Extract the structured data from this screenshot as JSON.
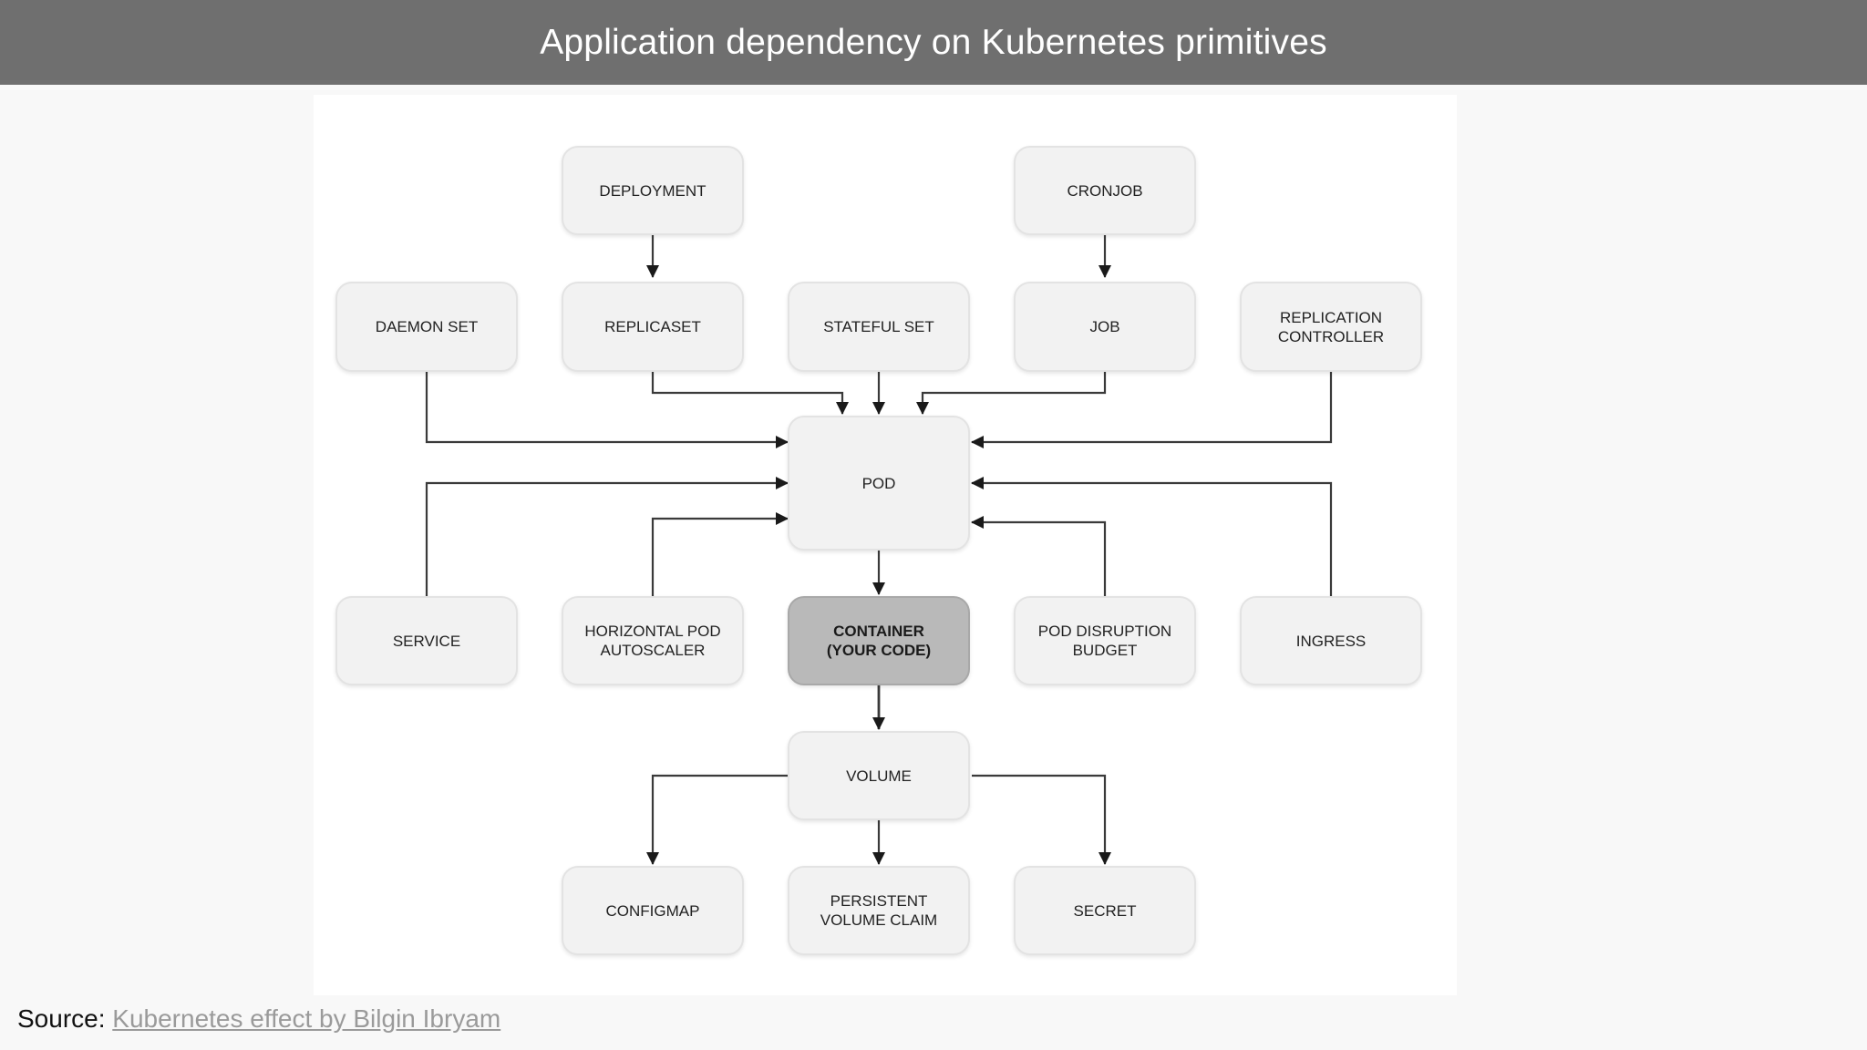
{
  "header": {
    "title": "Application dependency on Kubernetes primitives"
  },
  "diagram": {
    "nodes": {
      "deployment": "DEPLOYMENT",
      "cronjob": "CRONJOB",
      "daemonset": "DAEMON SET",
      "replicaset": "REPLICASET",
      "statefulset": "STATEFUL SET",
      "job": "JOB",
      "replicationcontroller": "REPLICATION\nCONTROLLER",
      "pod": "POD",
      "service": "SERVICE",
      "hpa": "HORIZONTAL POD\nAUTOSCALER",
      "container": "CONTAINER\n(YOUR CODE)",
      "pdb": "POD DISRUPTION\nBUDGET",
      "ingress": "INGRESS",
      "volume": "VOLUME",
      "configmap": "CONFIGMAP",
      "pvc": "PERSISTENT\nVOLUME CLAIM",
      "secret": "SECRET"
    }
  },
  "footer": {
    "source_label": "Source:",
    "source_link": "Kubernetes effect by Bilgin Ibryam"
  }
}
